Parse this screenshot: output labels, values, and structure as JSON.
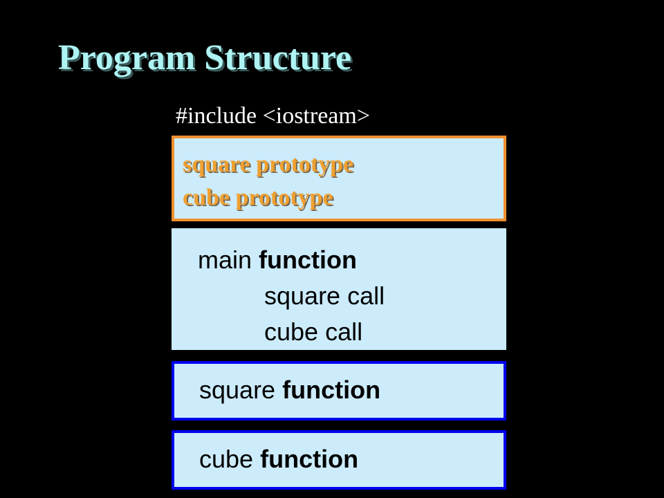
{
  "slide": {
    "title": "Program Structure",
    "include_line": "#include <iostream>",
    "prototypes": {
      "line1": "square prototype",
      "line2": "cube prototype"
    },
    "main_block": {
      "name": "main",
      "keyword": "function",
      "calls": [
        "square call",
        "cube call"
      ]
    },
    "square_block": {
      "name": "square",
      "keyword": "function"
    },
    "cube_block": {
      "name": "cube",
      "keyword": "function"
    }
  },
  "colors": {
    "background": "#000000",
    "title": "#aef4f4",
    "box_fill": "#ccecfc",
    "prototype_border": "#f09030",
    "prototype_text": "#f0a030",
    "function_border": "#0000ee"
  }
}
